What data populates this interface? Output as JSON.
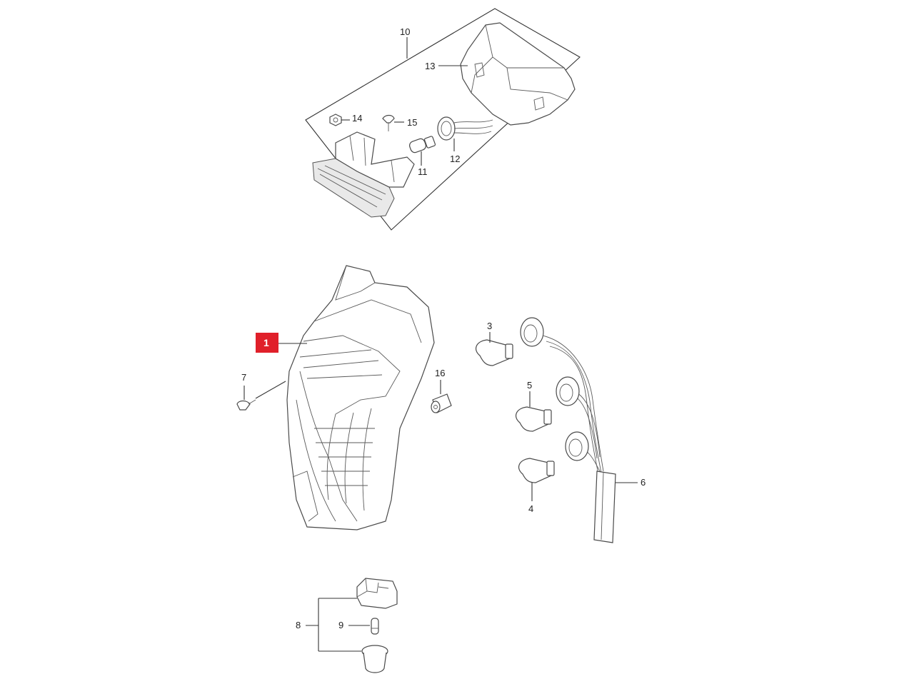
{
  "diagram": {
    "accent_color": "#e0202a",
    "callouts": {
      "c1": "1",
      "c3": "3",
      "c4": "4",
      "c5": "5",
      "c6": "6",
      "c7": "7",
      "c8": "8",
      "c9": "9",
      "c10": "10",
      "c11": "11",
      "c12": "12",
      "c13": "13",
      "c14": "14",
      "c15": "15",
      "c16": "16"
    }
  }
}
